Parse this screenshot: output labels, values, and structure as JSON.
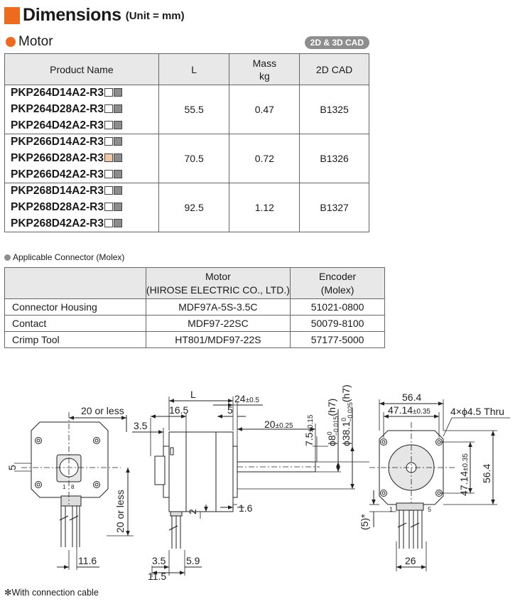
{
  "header": {
    "title": "Dimensions",
    "unit": "(Unit = mm)"
  },
  "motor_section": {
    "title": "Motor",
    "cad_badge": "2D & 3D CAD"
  },
  "motor_table": {
    "headers": {
      "product": "Product Name",
      "l": "L",
      "mass_l1": "Mass",
      "mass_l2": "kg",
      "cad": "2D CAD"
    },
    "groups": [
      {
        "products": [
          "PKP264D14A2-R3",
          "PKP264D28A2-R3",
          "PKP264D42A2-R3"
        ],
        "l": "55.5",
        "mass": "0.47",
        "cad": "B1325"
      },
      {
        "products": [
          "PKP266D14A2-R3",
          "PKP266D28A2-R3",
          "PKP266D42A2-R3"
        ],
        "l": "70.5",
        "mass": "0.72",
        "cad": "B1326"
      },
      {
        "products": [
          "PKP268D14A2-R3",
          "PKP268D28A2-R3",
          "PKP268D42A2-R3"
        ],
        "l": "92.5",
        "mass": "1.12",
        "cad": "B1327"
      }
    ],
    "colors": {
      "white_box": "#ffffff",
      "gray_box": "#8c8c8c",
      "highlight_box": "#f5c6a3"
    }
  },
  "connector": {
    "label": "Applicable Connector (Molex)",
    "headers": {
      "motor_l1": "Motor",
      "motor_l2": "(HIROSE ELECTRIC CO., LTD.)",
      "encoder_l1": "Encoder",
      "encoder_l2": "(Molex)"
    },
    "rows": [
      {
        "name": "Connector Housing",
        "motor": "MDF97A-5S-3.5C",
        "encoder": "51021-0800"
      },
      {
        "name": "Contact",
        "motor": "MDF97-22SC",
        "encoder": "50079-8100"
      },
      {
        "name": "Crimp Tool",
        "motor": "HT801/MDF97-22S",
        "encoder": "57177-5000"
      }
    ]
  },
  "drawing": {
    "left": {
      "dim_20_or_less_top": "20 or less",
      "dim_5": "5",
      "dim_20_or_less_side": "20 or less",
      "dim_11_6": "11.6",
      "pin_1": "1",
      "pin_8": "8"
    },
    "side": {
      "dim_L": "L",
      "dim_16_5": "16.5",
      "dim_5": "5",
      "dim_24": "24",
      "dim_24_tol": "±0.5",
      "dim_3_5_top": "3.5",
      "dim_20": "20",
      "dim_20_tol": "±0.25",
      "dim_7_5": "7.5",
      "dim_7_5_tol": "±0.15",
      "dim_phi8": "ϕ8",
      "dim_phi8_tol_top": "0",
      "dim_phi8_tol_bottom": "−0.015",
      "dim_phi8_fit": "(h7)",
      "dim_phi38": "ϕ38.1",
      "dim_phi38_tol_top": "0",
      "dim_phi38_tol_bottom": "−0.025",
      "dim_phi38_fit": "(h7)",
      "dim_1_6": "1.6",
      "dim_2": "2",
      "dim_3_5_bottom": "3.5",
      "dim_5_9": "5.9",
      "dim_11_5": "11.5"
    },
    "front": {
      "dim_56_4_top": "56.4",
      "dim_47_14_top": "47.14",
      "dim_47_14_top_tol": "±0.35",
      "holes": "4×ϕ4.5 Thru",
      "dim_47_14_side": "47.14",
      "dim_47_14_side_tol": "±0.35",
      "dim_56_4_side": "56.4",
      "dim_5_star": "(5)*",
      "dim_26": "26",
      "pin_1": "1",
      "pin_5": "5"
    }
  },
  "footnote": "With connection cable"
}
